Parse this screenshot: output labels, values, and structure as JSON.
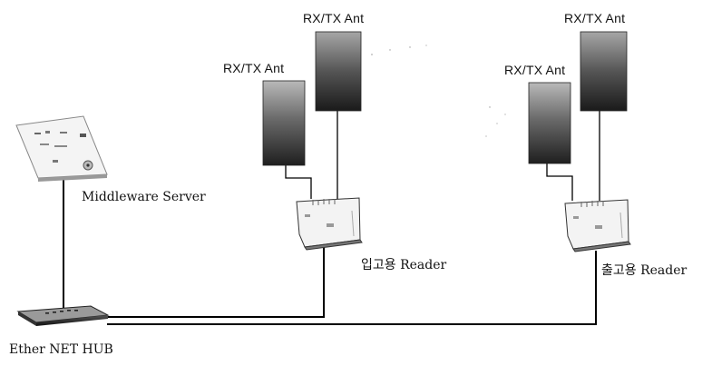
{
  "diagram": {
    "middleware_server": {
      "label": "Middleware Server"
    },
    "hub": {
      "label": "Ether NET HUB"
    },
    "readers": [
      {
        "label": "입고용 Reader",
        "antennas": [
          {
            "label": "RX/TX Ant"
          },
          {
            "label": "RX/TX Ant"
          }
        ]
      },
      {
        "label": "출고용 Reader",
        "antennas": [
          {
            "label": "RX/TX Ant"
          },
          {
            "label": "RX/TX Ant"
          }
        ]
      }
    ]
  }
}
